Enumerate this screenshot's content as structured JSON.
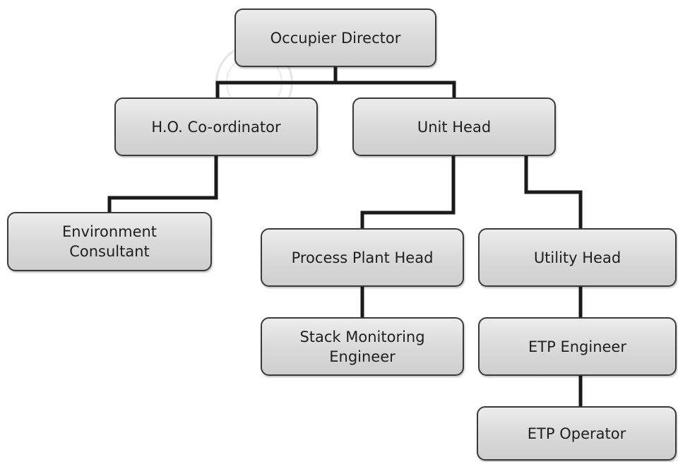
{
  "org_chart": {
    "nodes": {
      "occupier_director": "Occupier Director",
      "ho_coordinator": "H.O. Co-ordinator",
      "unit_head": "Unit Head",
      "environment_consultant": "Environment\nConsultant",
      "process_plant_head": "Process Plant Head",
      "utility_head": "Utility Head",
      "stack_monitoring_engineer": "Stack Monitoring\nEngineer",
      "etp_engineer": "ETP Engineer",
      "etp_operator": "ETP Operator"
    },
    "hierarchy": [
      {
        "parent": "Occupier Director",
        "child": "H.O. Co-ordinator"
      },
      {
        "parent": "Occupier Director",
        "child": "Unit Head"
      },
      {
        "parent": "H.O. Co-ordinator",
        "child": "Environment\nConsultant"
      },
      {
        "parent": "Unit Head",
        "child": "Process Plant Head"
      },
      {
        "parent": "Unit Head",
        "child": "Utility Head"
      },
      {
        "parent": "Process Plant Head",
        "child": "Stack Monitoring\nEngineer"
      },
      {
        "parent": "Utility Head",
        "child": "ETP Engineer"
      },
      {
        "parent": "ETP Engineer",
        "child": "ETP Operator"
      }
    ],
    "colors": {
      "box_fill": "#d9d9d9",
      "box_border": "#3a3a3a",
      "connector": "#1a1a1a",
      "text": "#1f1f1f"
    }
  }
}
